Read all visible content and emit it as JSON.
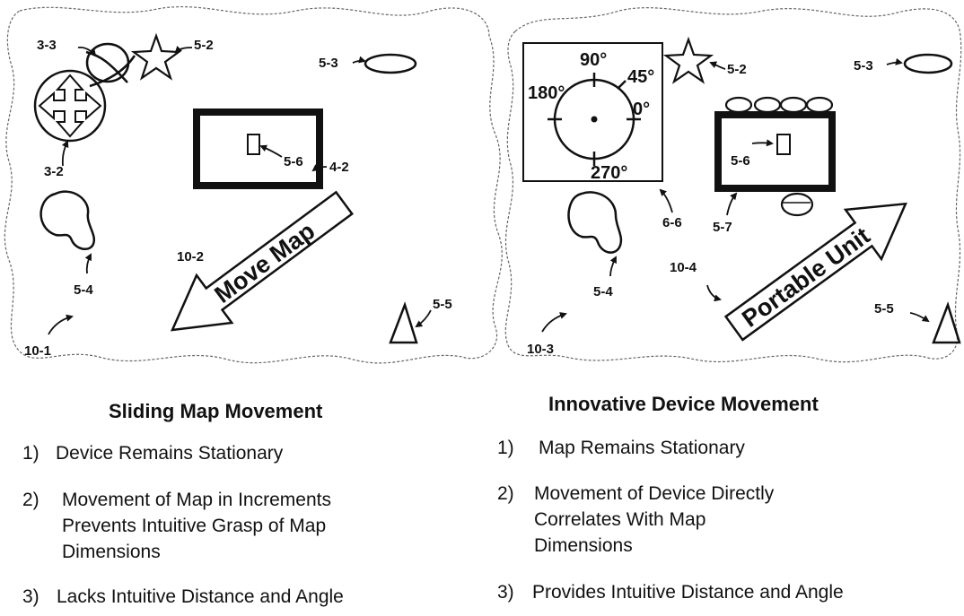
{
  "left": {
    "title": "Sliding Map Movement",
    "arrow_text": "Move Map",
    "labels": {
      "l3_3": "3-3",
      "l5_2": "5-2",
      "l5_3": "5-3",
      "l3_2": "3-2",
      "l5_6": "5-6",
      "l4_2": "4-2",
      "l10_2": "10-2",
      "l5_4": "5-4",
      "l5_5": "5-5",
      "l10_1": "10-1"
    },
    "items": [
      {
        "num": "1)",
        "text": "Device Remains Stationary"
      },
      {
        "num": "2)",
        "text": "Movement of  Map in Increments Prevents Intuitive Grasp of  Map Dimensions"
      },
      {
        "num": "3)",
        "text": "Lacks Intuitive Distance and Angle"
      }
    ]
  },
  "right": {
    "title": "Innovative Device Movement",
    "arrow_text": "Portable Unit",
    "compass": {
      "n": "90°",
      "ne": "45°",
      "w": "180°",
      "e": "0°",
      "s": "270°"
    },
    "labels": {
      "l5_2": "5-2",
      "l5_3": "5-3",
      "l5_6": "5-6",
      "l6_6": "6-6",
      "l5_7": "5-7",
      "l5_4": "5-4",
      "l10_4": "10-4",
      "l5_5": "5-5",
      "l10_3": "10-3"
    },
    "items": [
      {
        "num": "1)",
        "text": "Map Remains Stationary"
      },
      {
        "num": "2)",
        "text": "Movement of Device Directly Correlates With  Map Dimensions"
      },
      {
        "num": "3)",
        "text": "Provides Intuitive Distance and Angle"
      }
    ]
  }
}
